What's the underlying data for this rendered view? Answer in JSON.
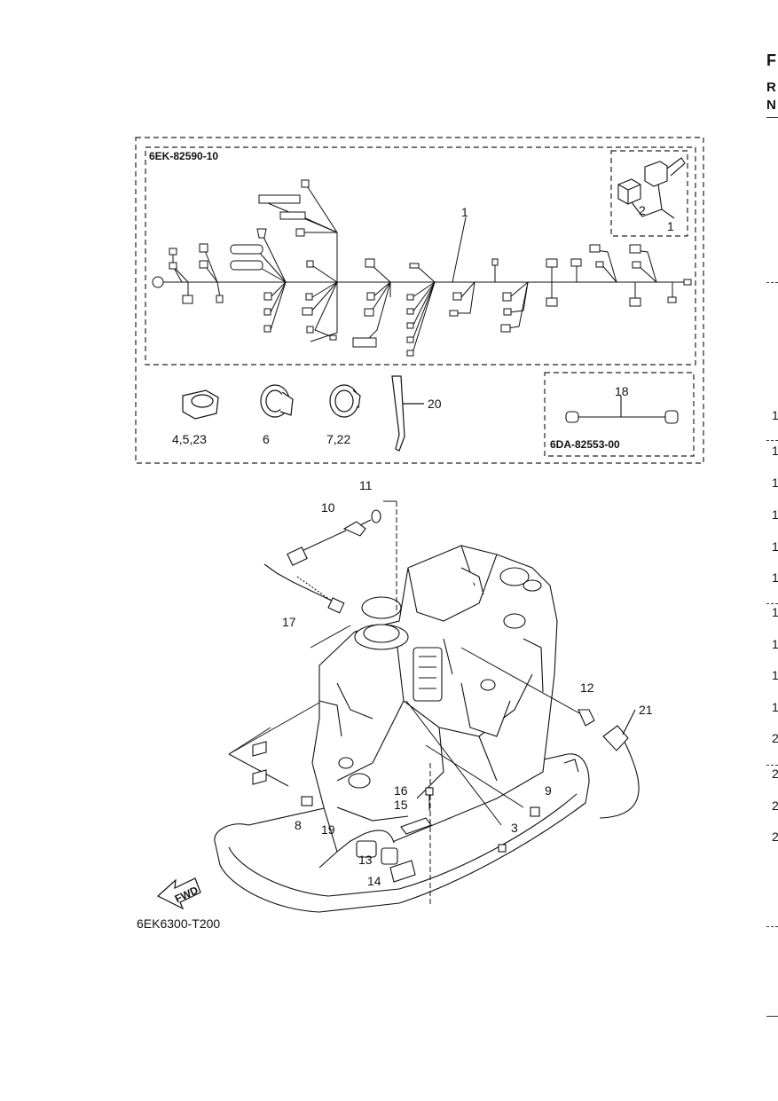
{
  "diagram": {
    "harness_part_no": "6EK-82590-10",
    "subharness_part_no": "6DA-82553-00",
    "figure_code": "6EK6300-T200",
    "fwd_label": "FWD",
    "callouts": {
      "c1": "1",
      "c1b": "1",
      "c2": "2",
      "c3": "3",
      "c452": "4,5,23",
      "c6": "6",
      "c722": "7,22",
      "c8": "8",
      "c9": "9",
      "c10": "10",
      "c11": "11",
      "c12": "12",
      "c13": "13",
      "c14": "14",
      "c15": "15",
      "c16": "16",
      "c17": "17",
      "c18": "18",
      "c19": "19",
      "c20": "20",
      "c21": "21"
    }
  },
  "right_edge": {
    "top_letters": [
      "F",
      "R",
      "N"
    ],
    "numbers": [
      "1",
      "1",
      "1",
      "1",
      "1",
      "1",
      "1",
      "1",
      "1",
      "1",
      "2",
      "2",
      "2",
      "2"
    ]
  }
}
